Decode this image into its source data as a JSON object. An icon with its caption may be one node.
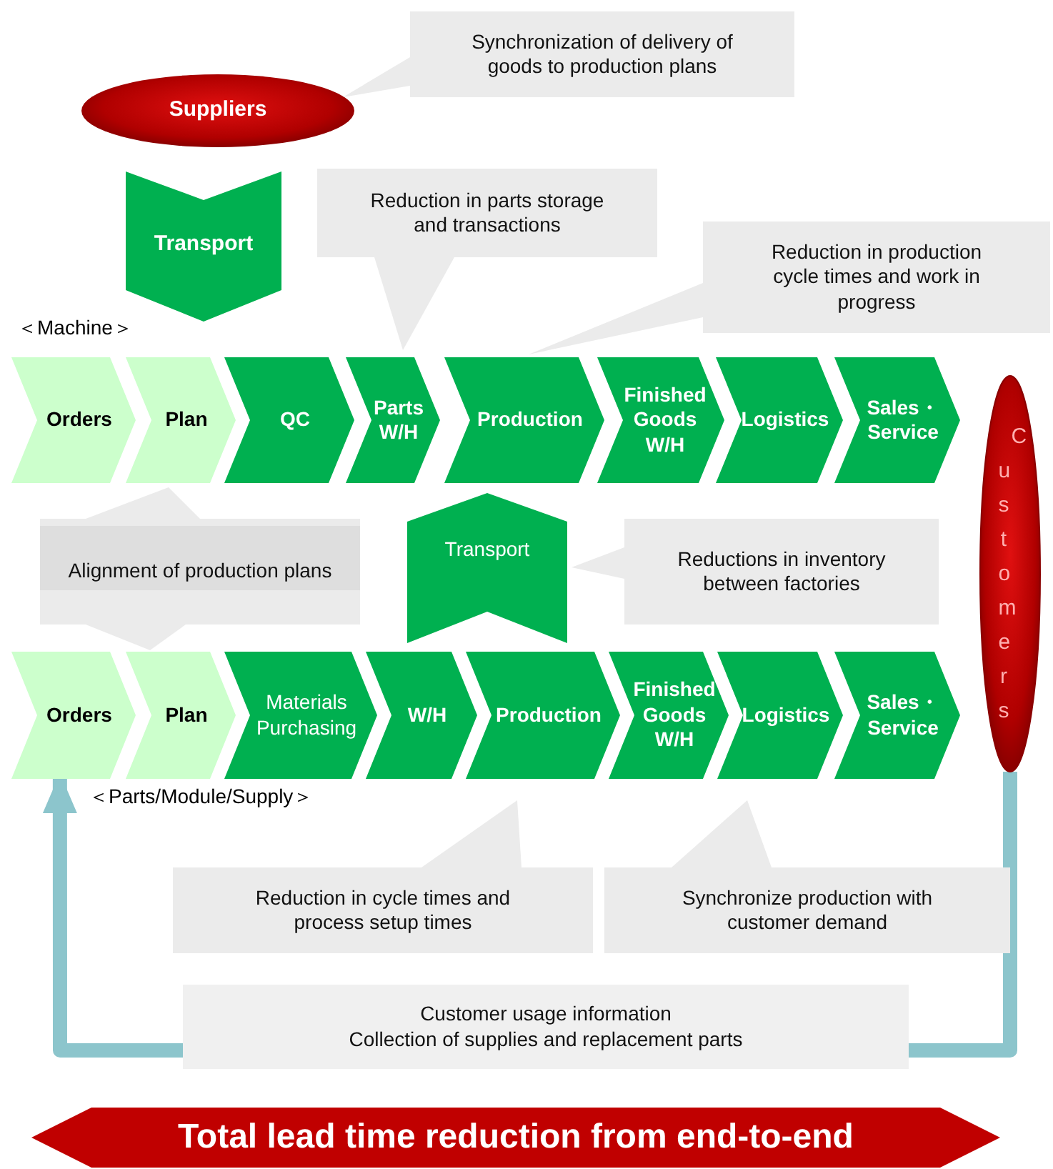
{
  "diagram": {
    "nodes": [
      {
        "text": [
          "Suppliers"
        ]
      },
      {
        "text": [
          "Transport"
        ]
      },
      {
        "text": [
          "Orders"
        ]
      },
      {
        "text": [
          "Plan"
        ]
      },
      {
        "text": [
          "QC"
        ]
      },
      {
        "text": [
          "Parts W/H"
        ]
      },
      {
        "text": [
          "Production"
        ]
      },
      {
        "text": [
          "Finished Goods W/H"
        ]
      },
      {
        "text": [
          "Logistics"
        ]
      },
      {
        "text": [
          "Sales・Service"
        ]
      },
      {
        "text": [
          "Customers"
        ]
      },
      {
        "text": [
          "Transport"
        ]
      },
      {
        "text": [
          "Orders"
        ]
      },
      {
        "text": [
          "Plan"
        ]
      },
      {
        "text": [
          "Materials Purchasing"
        ]
      },
      {
        "text": [
          "W/H"
        ]
      },
      {
        "text": [
          "Production"
        ]
      },
      {
        "text": [
          "Finished Goods W/H"
        ]
      },
      {
        "text": [
          "Logistics"
        ]
      },
      {
        "text": [
          "Sales・Service"
        ]
      },
      {
        "text": [
          "Synchronization of delivery of goods to production plans"
        ]
      },
      {
        "text": [
          "Reduction in parts storage and transactions"
        ]
      },
      {
        "text": [
          "Reduction in production cycle times and work in progress"
        ]
      },
      {
        "text": [
          "Alignment of production plans"
        ]
      },
      {
        "text": [
          "Reductions in inventory between factories"
        ]
      },
      {
        "text": [
          "Reduction in cycle times and process setup times"
        ]
      },
      {
        "text": [
          "Synchronize production with customer demand"
        ]
      },
      {
        "text": [
          "Customer usage information",
          "Collection of supplies and replacement parts"
        ]
      },
      {
        "text": [
          "Total lead time reduction from end-to-end"
        ]
      }
    ],
    "edges": [
      {
        "from": 10,
        "to": 27,
        "arrow": "none"
      },
      {
        "from": 27,
        "to": 12,
        "arrow": "to"
      }
    ],
    "labels": [
      "＜Machine＞",
      "＜Parts/Module/Supply＞"
    ]
  }
}
